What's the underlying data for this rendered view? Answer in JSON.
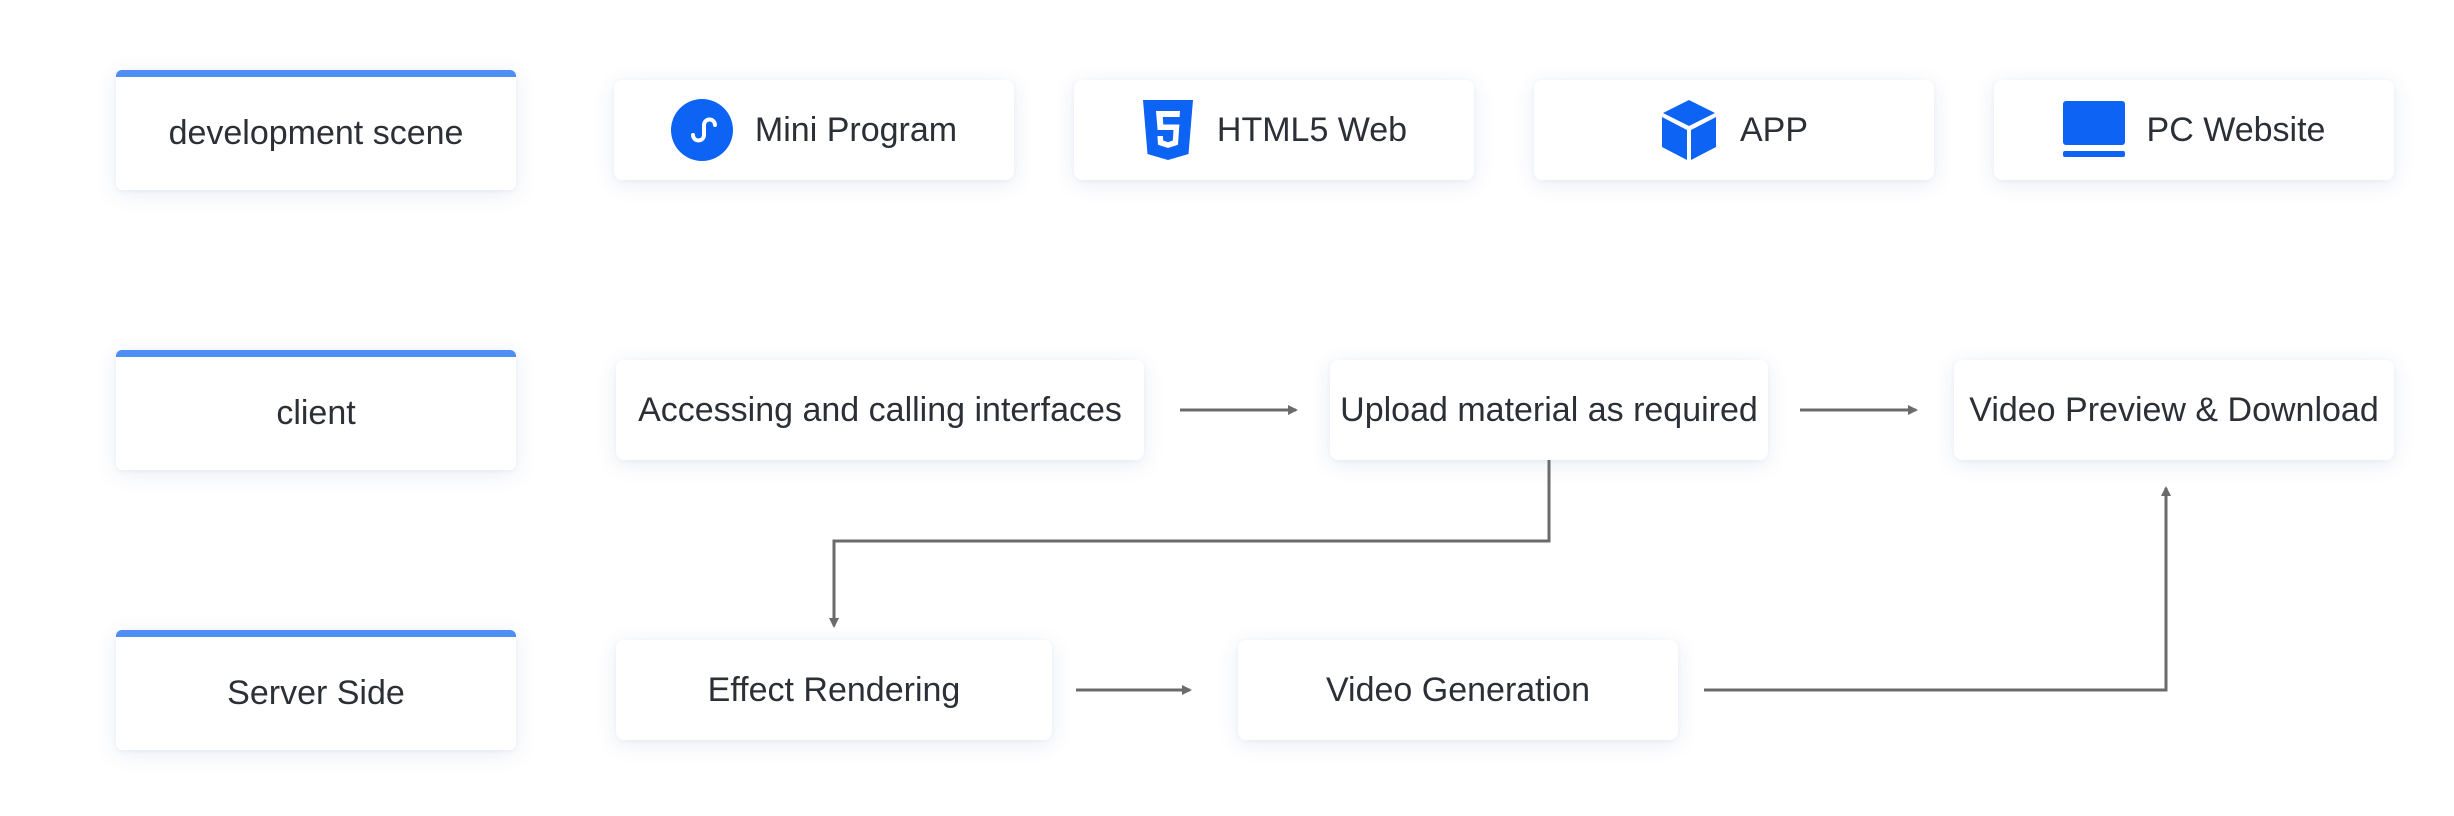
{
  "rows": [
    {
      "label": "development scene"
    },
    {
      "label": "client"
    },
    {
      "label": "Server Side"
    }
  ],
  "scenes": [
    {
      "label": "Mini Program",
      "icon": "mini-program-icon"
    },
    {
      "label": "HTML5 Web",
      "icon": "html5-icon"
    },
    {
      "label": "APP",
      "icon": "cube-app-icon"
    },
    {
      "label": "PC Website",
      "icon": "monitor-icon"
    }
  ],
  "client_steps": [
    {
      "label": "Accessing and calling interfaces"
    },
    {
      "label": "Upload material as required"
    },
    {
      "label": "Video Preview & Download"
    }
  ],
  "server_steps": [
    {
      "label": "Effect Rendering"
    },
    {
      "label": "Video Generation"
    }
  ],
  "colors": {
    "accent": "#4f8ef5",
    "icon_blue": "#0d63f3",
    "arrow": "#6b6b6b",
    "text": "#2b2f36"
  }
}
